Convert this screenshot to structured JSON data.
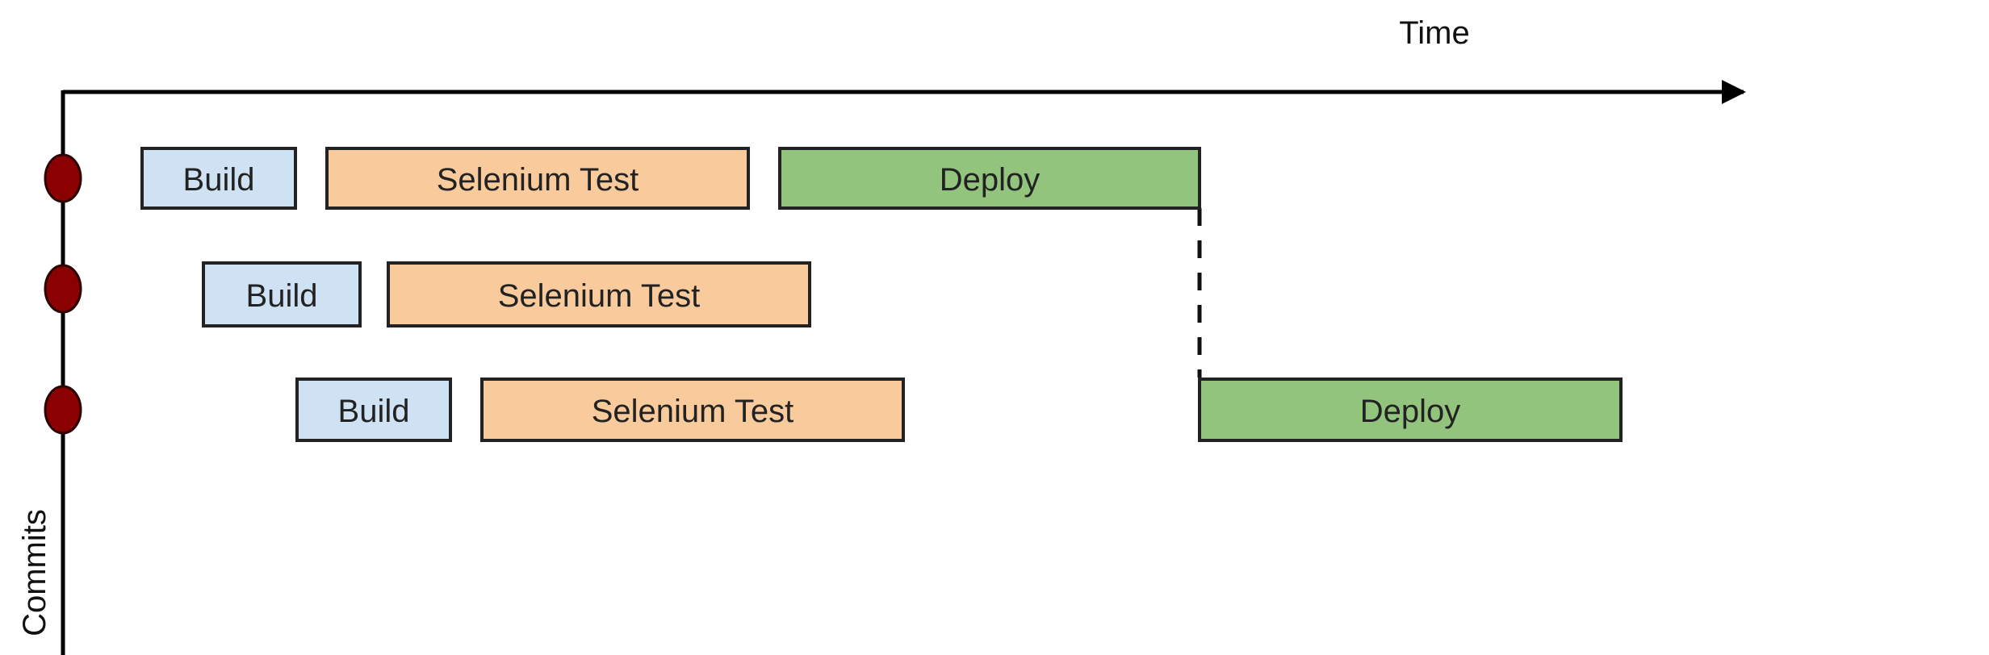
{
  "axes": {
    "x_label": "Time",
    "y_label": "Commits"
  },
  "colors": {
    "axis": "#000000",
    "commit_marker": "#8b0000",
    "build": "#cfe2f3",
    "selenium_test": "#f9cb9c",
    "deploy": "#93c47d",
    "box_border": "#222222"
  },
  "commits": [
    {
      "stages": [
        {
          "kind": "build",
          "label": "Build"
        },
        {
          "kind": "selenium_test",
          "label": "Selenium Test"
        },
        {
          "kind": "deploy",
          "label": "Deploy"
        }
      ]
    },
    {
      "stages": [
        {
          "kind": "build",
          "label": "Build"
        },
        {
          "kind": "selenium_test",
          "label": "Selenium Test"
        }
      ]
    },
    {
      "stages": [
        {
          "kind": "build",
          "label": "Build"
        },
        {
          "kind": "selenium_test",
          "label": "Selenium Test"
        },
        {
          "kind": "deploy",
          "label": "Deploy"
        }
      ]
    }
  ]
}
